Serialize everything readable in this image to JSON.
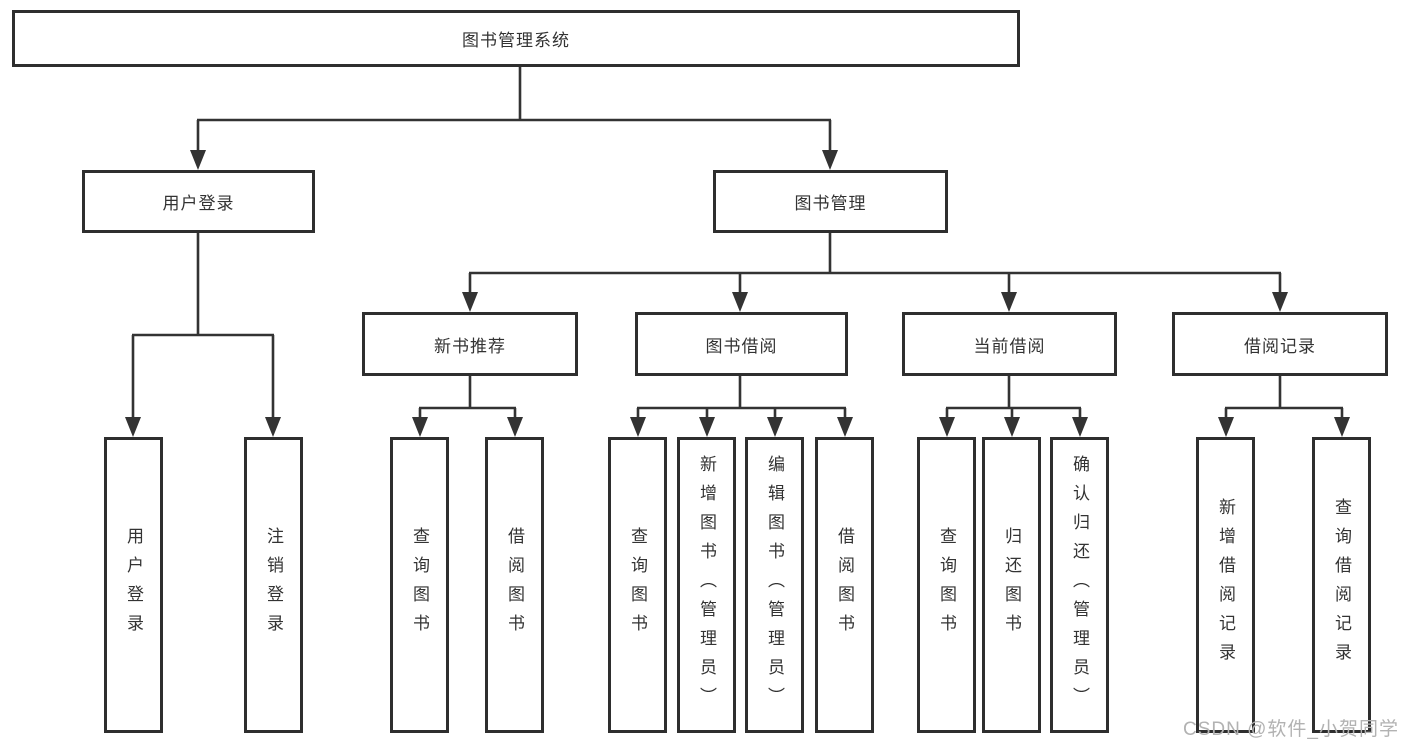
{
  "diagram_title": "图书管理系统",
  "colors": {
    "line": "#333333",
    "box_border": "#2e2e2e",
    "text": "#333333",
    "background": "#ffffff",
    "watermark": "#b2b2b2"
  },
  "nodes": {
    "root": {
      "label": "图书管理系统"
    },
    "user_login": {
      "label": "用户登录"
    },
    "book_mgmt": {
      "label": "图书管理"
    },
    "new_book_rec": {
      "label": "新书推荐"
    },
    "book_borrow": {
      "label": "图书借阅"
    },
    "current_borrow": {
      "label": "当前借阅"
    },
    "borrow_records": {
      "label": "借阅记录"
    },
    "leaf_user_login": {
      "label": "用户登录"
    },
    "leaf_logout": {
      "label": "注销登录"
    },
    "rec_query_books": {
      "label": "查询图书"
    },
    "rec_borrow_books": {
      "label": "借阅图书"
    },
    "bb_query_books": {
      "label": "查询图书"
    },
    "bb_add_books": {
      "label": "新增图书（管理员）"
    },
    "bb_edit_books": {
      "label": "编辑图书（管理员）"
    },
    "bb_borrow_books": {
      "label": "借阅图书"
    },
    "cb_query_books": {
      "label": "查询图书"
    },
    "cb_return_books": {
      "label": "归还图书"
    },
    "cb_confirm_return": {
      "label": "确认归还（管理员）"
    },
    "br_add_record": {
      "label": "新增借阅记录"
    },
    "br_query_record": {
      "label": "查询借阅记录"
    }
  },
  "watermark": {
    "text": "CSDN @软件_小贺同学"
  }
}
